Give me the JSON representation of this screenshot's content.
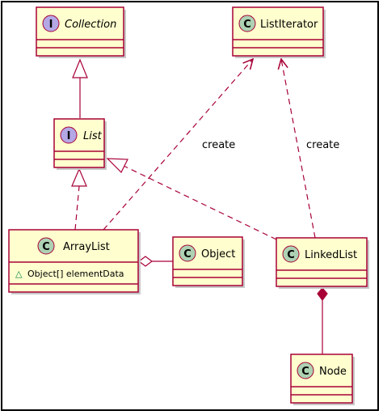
{
  "classes": {
    "collection": {
      "name": "Collection",
      "kind": "I"
    },
    "list_iterator": {
      "name": "ListIterator",
      "kind": "C"
    },
    "list": {
      "name": "List",
      "kind": "I"
    },
    "array_list": {
      "name": "ArrayList",
      "kind": "C",
      "field": "Object[] elementData",
      "visibility": "△"
    },
    "object": {
      "name": "Object",
      "kind": "C"
    },
    "linked_list": {
      "name": "LinkedList",
      "kind": "C"
    },
    "node": {
      "name": "Node",
      "kind": "C"
    }
  },
  "relations": {
    "create_left": "create",
    "create_right": "create"
  },
  "colors": {
    "class_fill": "#FEFECE",
    "border": "#A80036",
    "class_badge": "#ADD1B2",
    "interface_badge": "#B4A7E5"
  }
}
